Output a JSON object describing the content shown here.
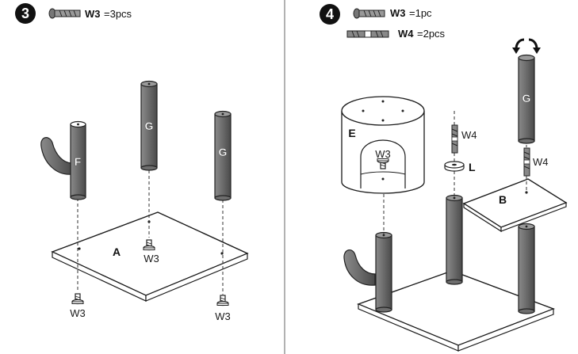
{
  "steps": [
    {
      "number": "3",
      "hardware": [
        {
          "code": "W3",
          "qty": "=3pcs",
          "icon": "screw-icon"
        }
      ],
      "parts": {
        "post_left": "F",
        "post_mid": "G",
        "post_right": "G",
        "base": "A"
      },
      "screw_labels": [
        "W3",
        "W3",
        "W3"
      ]
    },
    {
      "number": "4",
      "hardware": [
        {
          "code": "W3",
          "qty": "=1pc",
          "icon": "screw-icon"
        },
        {
          "code": "W4",
          "qty": "=2pcs",
          "icon": "double-bolt-icon"
        }
      ],
      "parts": {
        "condo": "E",
        "platform": "B",
        "post_top": "G",
        "washer": "L"
      },
      "labels": {
        "condo_screw": "W3",
        "bolt_left": "W4",
        "bolt_right": "W4"
      }
    }
  ],
  "colors": {
    "post": "#6e6e6e",
    "post_dark": "#4a4a4a",
    "line": "#1a1a1a",
    "divider": "#888888"
  }
}
